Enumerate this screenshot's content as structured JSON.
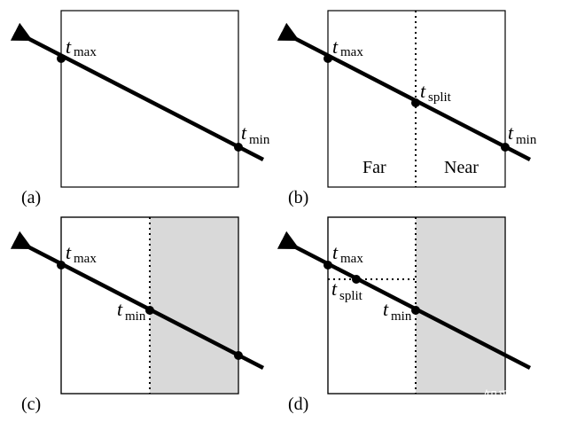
{
  "panels": [
    {
      "tag": "(a)",
      "labels": {
        "max": "max",
        "min": "min"
      }
    },
    {
      "tag": "(b)",
      "labels": {
        "max": "max",
        "min": "min",
        "split": "split"
      },
      "far": "Far",
      "near": "Near"
    },
    {
      "tag": "(c)",
      "labels": {
        "max": "max",
        "min": "min"
      }
    },
    {
      "tag": "(d)",
      "labels": {
        "max": "max",
        "min": "min",
        "split": "split"
      }
    }
  ],
  "t": "t",
  "watermark": "知乎 @玉米",
  "colors": {
    "shade": "#d9d9d9",
    "ink": "#000000"
  }
}
